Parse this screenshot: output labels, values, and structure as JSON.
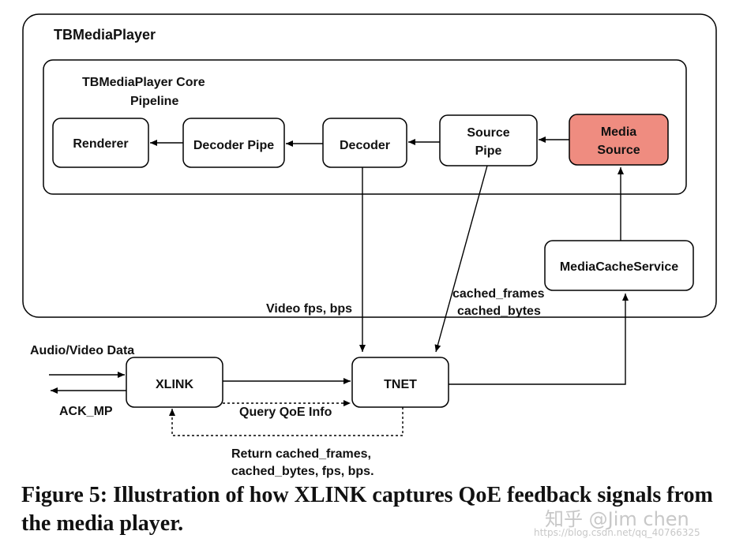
{
  "player": {
    "title": "TBMediaPlayer"
  },
  "core": {
    "title_line1": "TBMediaPlayer  Core",
    "title_line2": "Pipeline"
  },
  "nodes": {
    "renderer": "Renderer",
    "decoder_pipe": "Decoder Pipe",
    "decoder": "Decoder",
    "source_pipe_line1": "Source",
    "source_pipe_line2": "Pipe",
    "media_source_line1": "Media",
    "media_source_line2": "Source",
    "media_cache_service": "MediaCacheService",
    "xlink": "XLINK",
    "tnet": "TNET"
  },
  "edge_labels": {
    "video_fps": "Video fps, bps",
    "cached_frames": "cached_frames",
    "cached_bytes": "cached_bytes",
    "audio_video_data": "Audio/Video Data",
    "ack_mp": "ACK_MP",
    "query_qoe": "Query QoE Info",
    "return_line1": "Return cached_frames,",
    "return_line2": "cached_bytes, fps, bps."
  },
  "colors": {
    "media_source_fill": "#ef8c80",
    "stroke": "#000000"
  },
  "caption": "Figure 5: Illustration of how XLINK captures QoE feedback signals from the media player.",
  "watermark": {
    "line1": "知乎 @Jim chen",
    "line2": "https://blog.csdn.net/qq_40766325"
  }
}
